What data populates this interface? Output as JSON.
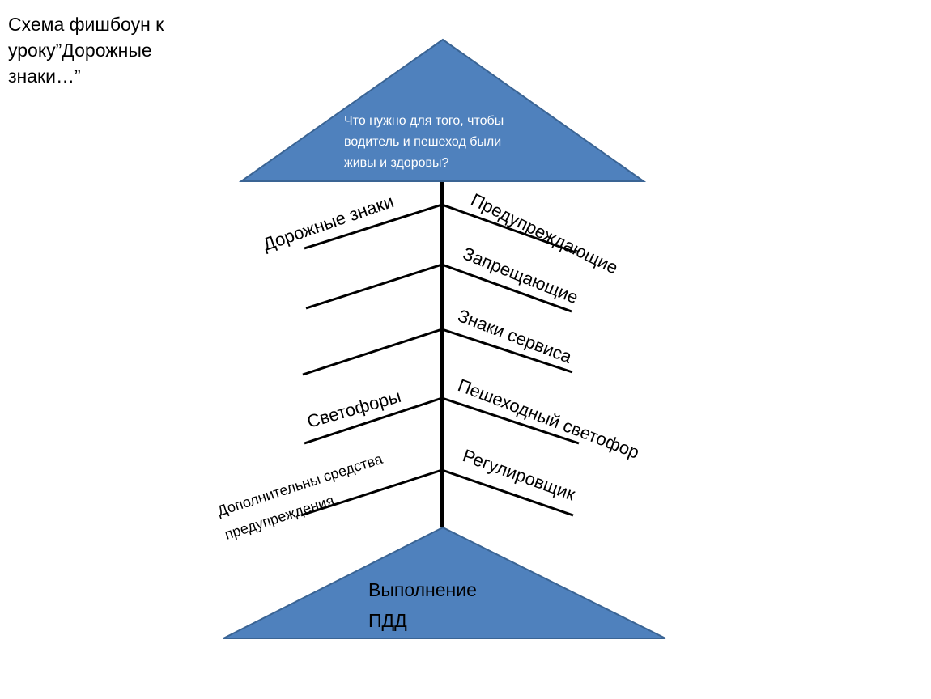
{
  "title": "Схема фишбоун к уроку”Дорожные знаки…”",
  "head": {
    "lines": [
      "Что нужно для того, чтобы",
      "водитель и пешеход были",
      "живы и здоровы?"
    ]
  },
  "tail": {
    "lines": [
      "Выполнение",
      "ПДД"
    ]
  },
  "left_bones": [
    {
      "label": "Дорожные знаки"
    },
    {
      "label": ""
    },
    {
      "label": ""
    },
    {
      "label": "Светофоры"
    },
    {
      "label": "Дополнительны средства",
      "label2": "предупреждения"
    }
  ],
  "right_bones": [
    {
      "label": "Предупреждающие"
    },
    {
      "label": "Запрещающие"
    },
    {
      "label": "Знаки сервиса"
    },
    {
      "label": "Пешеходный светофор"
    },
    {
      "label": "Регулировщик"
    }
  ],
  "colors": {
    "triangle_fill": "#4F81BD",
    "triangle_stroke": "#3A6494",
    "bone": "#000000"
  }
}
